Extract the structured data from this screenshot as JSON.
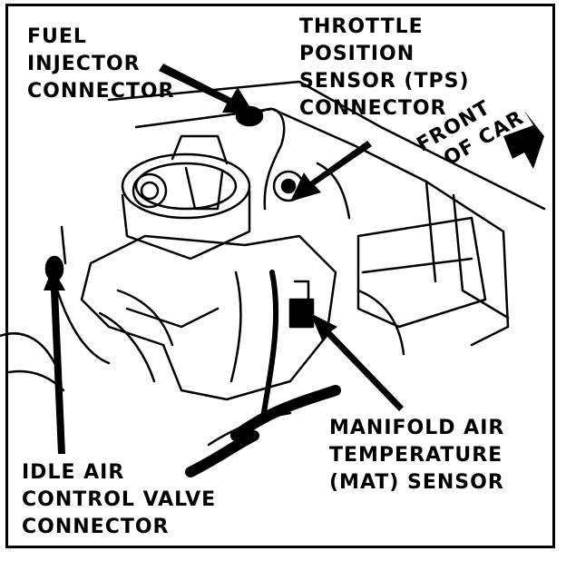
{
  "labels": {
    "fuel_injector": [
      "FUEL",
      "INJECTOR",
      "CONNECTOR"
    ],
    "tps": [
      "THROTTLE",
      "POSITION",
      "SENSOR (TPS)",
      "CONNECTOR"
    ],
    "front_of_car": [
      "FRONT",
      "OF CAR"
    ],
    "mat": [
      "MANIFOLD AIR",
      "TEMPERATURE",
      "(MAT) SENSOR"
    ],
    "iac": [
      "IDLE AIR",
      "CONTROL VALVE",
      "CONNECTOR"
    ]
  },
  "colors": {
    "ink": "#000000",
    "paper": "#ffffff"
  }
}
